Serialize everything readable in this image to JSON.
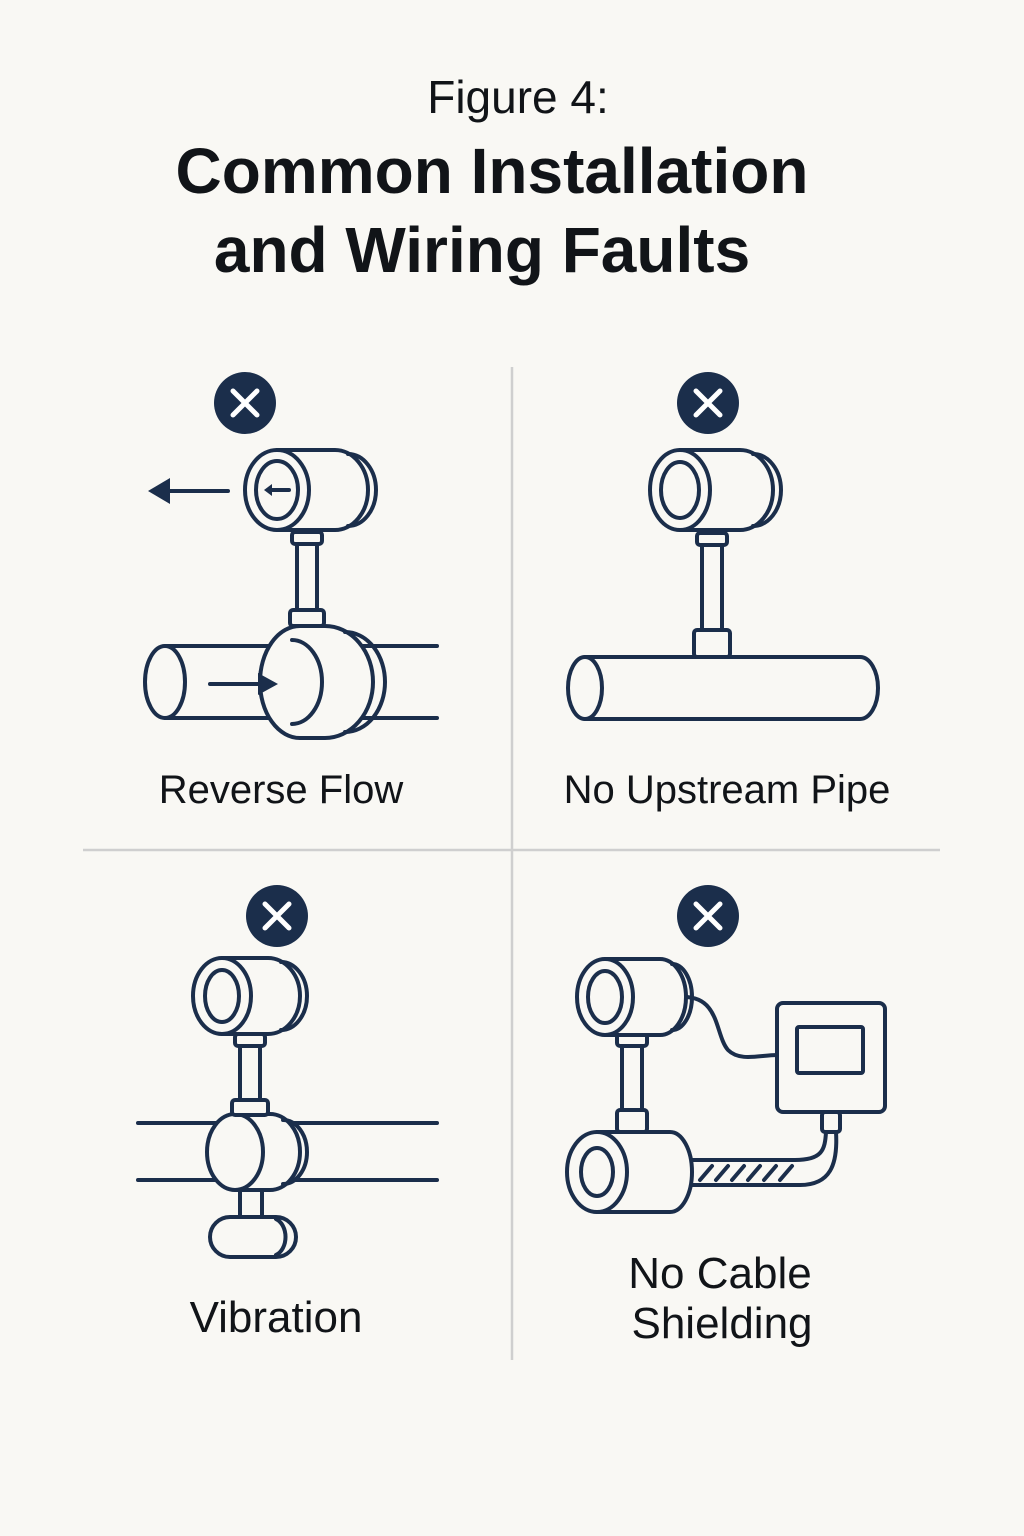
{
  "title": {
    "line1": "Figure 4:",
    "line2": "Common Installation",
    "line3": "and Wiring Faults"
  },
  "panels": [
    {
      "label": "Reverse Flow",
      "status_icon": "x-circle-icon"
    },
    {
      "label": "No Upstream Pipe",
      "status_icon": "x-circle-icon"
    },
    {
      "label": "Vibration",
      "status_icon": "x-circle-icon"
    },
    {
      "label_line1": "No Cable",
      "label_line2": "Shielding",
      "status_icon": "x-circle-icon"
    }
  ],
  "colors": {
    "background": "#f9f8f4",
    "navy": "#1b2e4b",
    "divider": "#cfcfcf"
  }
}
